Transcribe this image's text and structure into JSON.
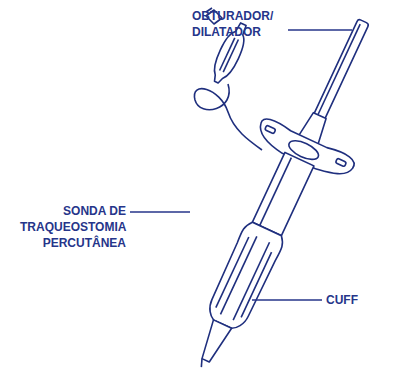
{
  "diagram": {
    "labels": [
      "OBTURADOR/ DILATADOR",
      "SONDA DE TRAQUEOSTOMIA PERCUTÂNEA",
      "CUFF"
    ]
  }
}
